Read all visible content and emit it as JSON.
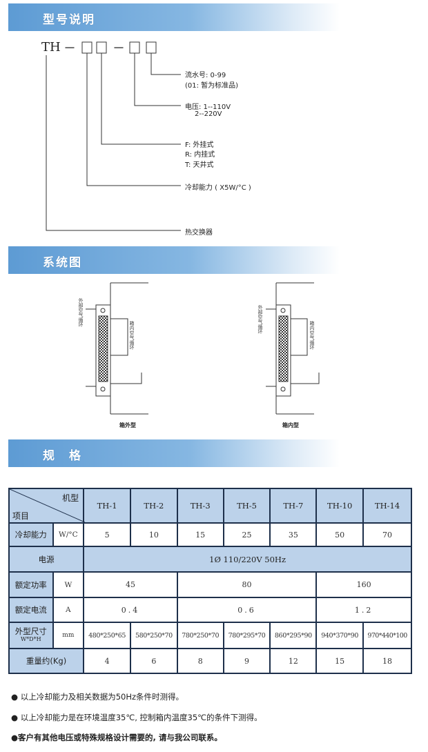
{
  "sections": {
    "model": "型号说明",
    "system": "系统图",
    "spec": "规　格"
  },
  "model_code": {
    "prefix": "TH",
    "dash1": "－",
    "dash2": "－"
  },
  "model_notes": {
    "serial_line1": "流水号: 0-99",
    "serial_line2": "(01: 暂为标准品)",
    "voltage_line1": "电压: 1--110V",
    "voltage_line2": "2--220V",
    "mount_f": "F: 外挂式",
    "mount_r": "R: 内挂式",
    "mount_t": "T: 天井式",
    "capacity": "冷却能力 ( X5W/°C )",
    "exchanger": "热交换器"
  },
  "diagrams": {
    "left_label_outer": "外部空气循环",
    "left_label_inner": "箱内空气循环",
    "left_caption": "箱外型",
    "right_label_outer": "外部空气循环",
    "right_label_inner": "箱内空气循环",
    "right_caption": "箱内型"
  },
  "table": {
    "header_model": "机型",
    "header_item": "项目",
    "models": [
      "TH-1",
      "TH-2",
      "TH-3",
      "TH-5",
      "TH-7",
      "TH-10",
      "TH-14"
    ],
    "cooling": {
      "label": "冷却能力",
      "unit": "W/°C",
      "values": [
        "5",
        "10",
        "15",
        "25",
        "35",
        "50",
        "70"
      ]
    },
    "power_supply": {
      "label": "电源",
      "value": "1Ø 110/220V 50Hz"
    },
    "rated_power": {
      "label": "额定功率",
      "unit": "W",
      "values": [
        "45",
        "80",
        "160"
      ]
    },
    "rated_current": {
      "label": "额定电流",
      "unit": "A",
      "values": [
        "0.4",
        "0.6",
        "1.2"
      ]
    },
    "dimensions": {
      "label": "外型尺寸",
      "sublabel": "W*D*H",
      "unit": "mm",
      "values": [
        "480*250*65",
        "580*250*70",
        "780*250*70",
        "780*295*70",
        "860*295*90",
        "940*370*90",
        "970*440*100"
      ]
    },
    "weight": {
      "label": "重量约(Kg)",
      "values": [
        "4",
        "6",
        "8",
        "9",
        "12",
        "15",
        "18"
      ]
    }
  },
  "notes": [
    "● 以上冷却能力及相关数据为50Hz条件时测得。",
    "● 以上冷却能力是在环境温度35℃, 控制箱内温度35℃的条件下测得。",
    "●客户有其他电压或特殊规格设计需要的, 请与我公司联系。"
  ]
}
